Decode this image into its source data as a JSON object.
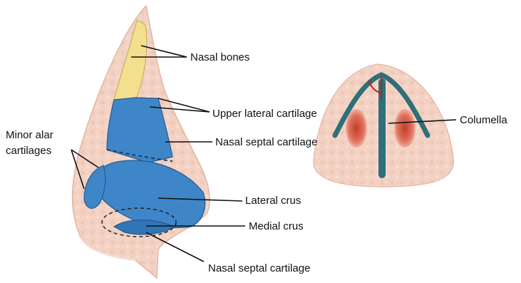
{
  "labels": {
    "nasal_bones": "Nasal bones",
    "upper_lateral_cartilage": "Upper lateral cartilage",
    "nasal_septal_cartilage_top": "Nasal septal cartilage",
    "minor_alar_line1": "Minor alar",
    "minor_alar_line2": "cartilages",
    "lateral_crus": "Lateral crus",
    "medial_crus": "Medial crus",
    "nasal_septal_cartilage_bottom": "Nasal septal cartilage",
    "columella": "Columella"
  },
  "colors": {
    "skin": "#f2cfc0",
    "skin_outline": "#e0b3a0",
    "bone": "#f3e08f",
    "cartilage": "#3f86c8",
    "cartilage_dark": "#2a5f99",
    "columella_strip": "#2f6f7a",
    "nostril": "#d95a45"
  }
}
